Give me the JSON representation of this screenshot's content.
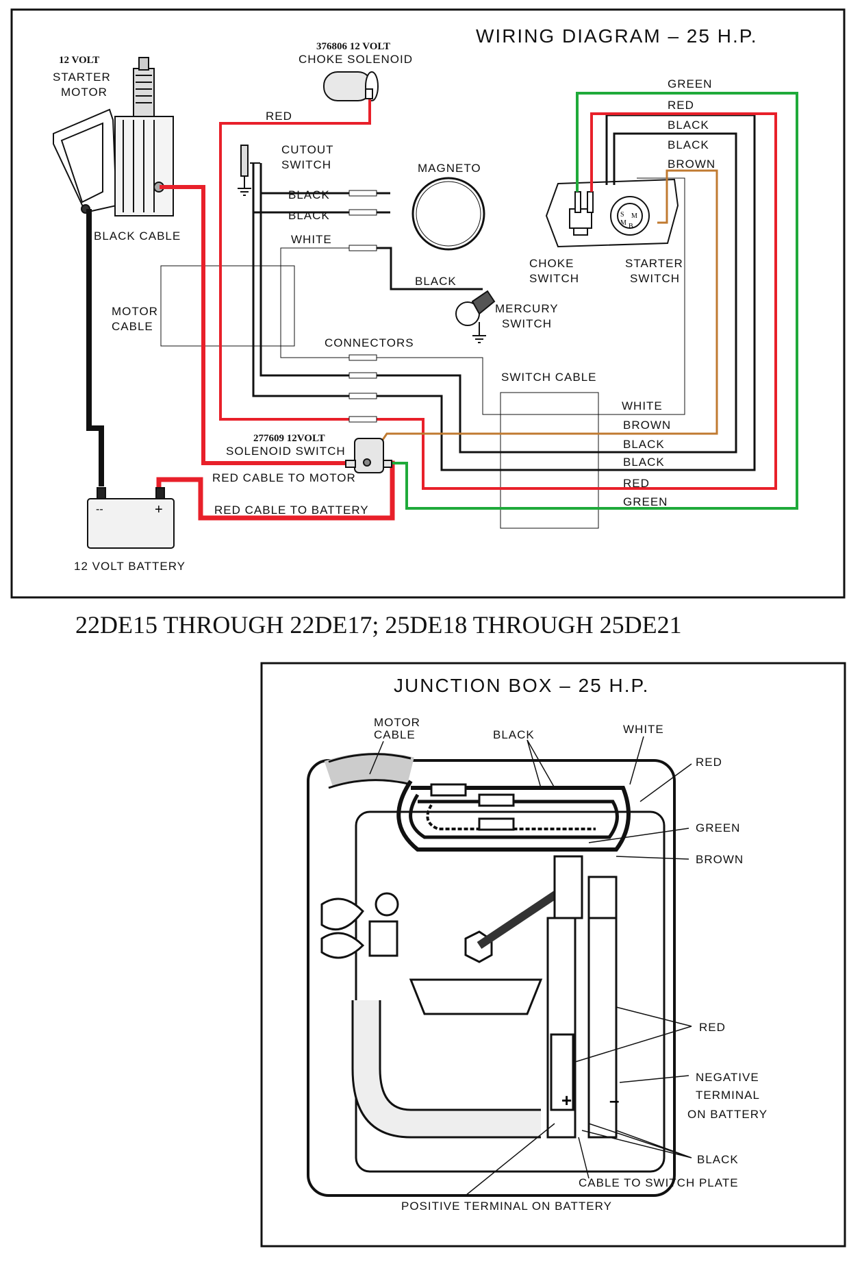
{
  "wiring": {
    "title": "WIRING DIAGRAM – 25 H.P.",
    "starter_motor": [
      "12 VOLT",
      "STARTER",
      "MOTOR"
    ],
    "choke_solenoid": [
      "376806 12 VOLT",
      "CHOKE SOLENOID"
    ],
    "red": "RED",
    "cutout_switch": [
      "CUTOUT",
      "SWITCH"
    ],
    "magneto": "MAGNETO",
    "black": "BLACK",
    "white": "WHITE",
    "black_cable": "BLACK CABLE",
    "motor_cable": [
      "MOTOR",
      "CABLE"
    ],
    "mercury_switch": [
      "MERCURY",
      "SWITCH"
    ],
    "connectors": "CONNECTORS",
    "switch_cable": "SWITCH CABLE",
    "choke_switch": [
      "CHOKE",
      "SWITCH"
    ],
    "starter_switch": [
      "STARTER",
      "SWITCH"
    ],
    "starter_switch_letters": [
      "S",
      "M",
      "M",
      "B"
    ],
    "top_wires": [
      "GREEN",
      "RED",
      "BLACK",
      "BLACK",
      "BROWN"
    ],
    "bottom_wires": [
      "WHITE",
      "BROWN",
      "BLACK",
      "BLACK",
      "RED",
      "GREEN"
    ],
    "solenoid_switch": [
      "277609 12VOLT",
      "SOLENOID SWITCH"
    ],
    "red_cable_motor": "RED CABLE TO MOTOR",
    "red_cable_battery": "RED CABLE TO BATTERY",
    "battery": "12 VOLT BATTERY",
    "battery_neg": "--",
    "battery_pos": "+"
  },
  "middle_caption": "22DE15 THROUGH 22DE17; 25DE18 THROUGH 25DE21",
  "junction": {
    "title": "JUNCTION BOX – 25 H.P.",
    "motor_cable": [
      "MOTOR",
      "CABLE"
    ],
    "black": "BLACK",
    "white": "WHITE",
    "red": "RED",
    "green": "GREEN",
    "brown": "BROWN",
    "red2": "RED",
    "negative": [
      "NEGATIVE",
      "TERMINAL",
      "ON BATTERY"
    ],
    "black2": "BLACK",
    "cable_switch": "CABLE TO SWITCH PLATE",
    "positive": "POSITIVE TERMINAL ON BATTERY",
    "plus": "+",
    "minus": "–"
  },
  "colors": {
    "red": "#e8202a",
    "green": "#1faa3a",
    "brown": "#c07a30",
    "black": "#111111"
  }
}
